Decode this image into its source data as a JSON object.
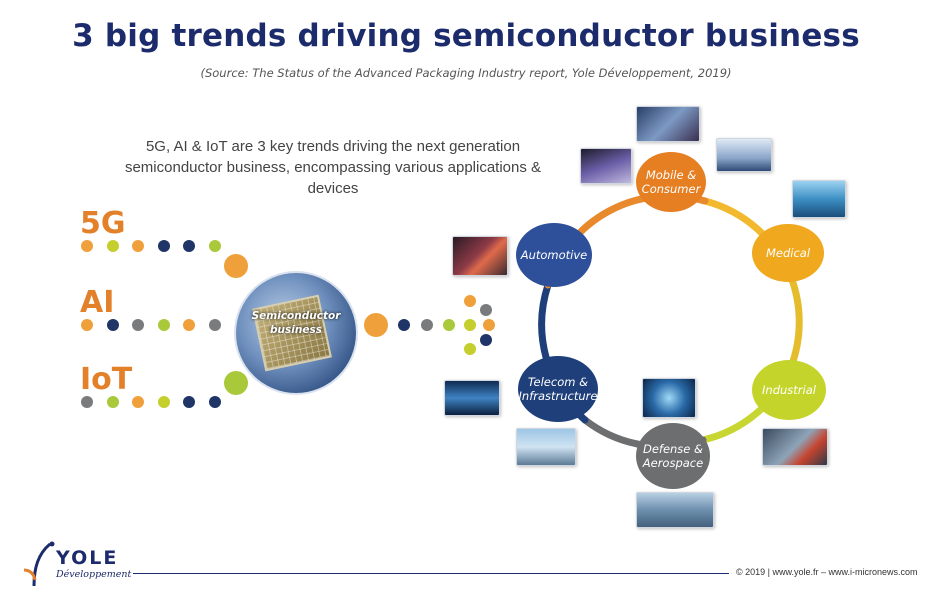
{
  "title": "3 big trends driving  semiconductor business",
  "source": "(Source: The Status of the Advanced Packaging Industry report, Yole Développement, 2019)",
  "intro": "5G, AI & IoT are 3 key trends driving the next generation semiconductor business, encompassing various applications & devices",
  "trends": [
    "5G",
    "AI",
    "IoT"
  ],
  "hub_label": "Semiconductor business",
  "applications": [
    "Mobile & Consumer",
    "Medical",
    "Industrial",
    "Defense & Aerospace",
    "Telecom & Infrastructure",
    "Automotive"
  ],
  "colors": {
    "title": "#1c2b6b",
    "trend_text": "#e3802a",
    "mobile": "#e67e22",
    "medical": "#f0a81e",
    "industrial": "#c4d42a",
    "defense": "#6d6e70",
    "telecom": "#1f3f7a",
    "automotive": "#2e4f99"
  },
  "logo": {
    "name": "YOLE",
    "sub": "Développement"
  },
  "footer": "© 2019 | www.yole.fr – www.i-micronews.com"
}
